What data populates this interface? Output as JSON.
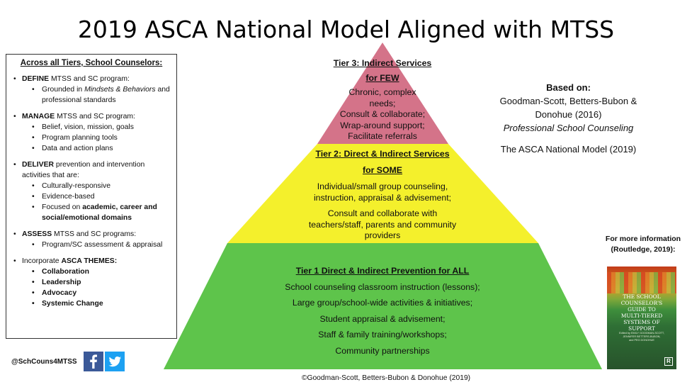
{
  "title": "2019 ASCA National Model Aligned with MTSS",
  "panel": {
    "heading": "Across all Tiers, School Counselors:",
    "define": {
      "keyword": "DEFINE",
      "rest": " MTSS and SC program:",
      "sub1_pre": "Grounded in ",
      "sub1_italic": "Mindsets & Behaviors",
      "sub1_post": " and professional standards"
    },
    "manage": {
      "keyword": "MANAGE",
      "rest": " MTSS and SC program:",
      "subs": [
        "Belief, vision, mission, goals",
        "Program planning tools",
        "Data and action plans"
      ]
    },
    "deliver": {
      "keyword": "DELIVER",
      "rest": " prevention and intervention activities that are:",
      "sub1": "Culturally-responsive",
      "sub2": "Evidence-based",
      "sub3_pre": "Focused on ",
      "sub3_bold": "academic, career and social/emotional domains"
    },
    "assess": {
      "keyword": "ASSESS",
      "rest": " MTSS and SC programs:",
      "subs": [
        "Program/SC assessment & appraisal"
      ]
    },
    "incorporate": {
      "pre": "Incorporate ",
      "keyword": "ASCA THEMES:",
      "subs": [
        "Collaboration",
        "Leadership",
        "Advocacy",
        "Systemic Change"
      ]
    }
  },
  "tiers": {
    "tier3": {
      "heading": "Tier 3: Indirect Services",
      "subheading": "for FEW",
      "lines": [
        "Chronic, complex",
        "needs;",
        "Consult & collaborate;",
        "Wrap-around support;",
        "Facilitate referrals"
      ],
      "color": "#d47389"
    },
    "tier2": {
      "heading": "Tier 2: Direct & Indirect Services",
      "subheading": "for SOME",
      "para1": [
        "Individual/small group counseling,",
        "instruction, appraisal & advisement;"
      ],
      "para2": [
        "Consult and collaborate with",
        "teachers/staff, parents and community",
        "providers"
      ],
      "color": "#f4f02c"
    },
    "tier1": {
      "heading": "Tier 1 Direct & Indirect Prevention for ALL",
      "lines": [
        "School counseling classroom instruction (lessons);",
        "Large group/school-wide activities & initiatives;",
        "Student appraisal & advisement;",
        "Staff & family training/workshops;",
        "Community partnerships"
      ],
      "color": "#5ec44b"
    }
  },
  "based_on": {
    "label": "Based on:",
    "authors1": "Goodman-Scott, Betters-Bubon &",
    "authors2": "Donohue (2016)",
    "journal": "Professional School Counseling",
    "model": "The ASCA National Model (2019)"
  },
  "more_info": {
    "line1": "For more information",
    "line2": "(Routledge, 2019):"
  },
  "book": {
    "title_lines": [
      "THE SCHOOL",
      "COUNSELOR'S",
      "GUIDE TO",
      "MULTI-TIERED",
      "SYSTEMS OF",
      "SUPPORT"
    ],
    "authors_lines": [
      "Edited by EMILY GOODMAN-SCOTT,",
      "JENNIFER BETTERS-BUBON,",
      "and PEG DONOHUE"
    ],
    "logo": "R",
    "logo_icon": "routledge-logo-icon"
  },
  "social": {
    "handle": "@SchCouns4MTSS",
    "facebook_icon": "facebook-icon",
    "twitter_icon": "twitter-icon",
    "facebook_color": "#3b5998",
    "twitter_color": "#1da1f2"
  },
  "copyright": "©Goodman-Scott, Betters-Bubon & Donohue (2019)"
}
